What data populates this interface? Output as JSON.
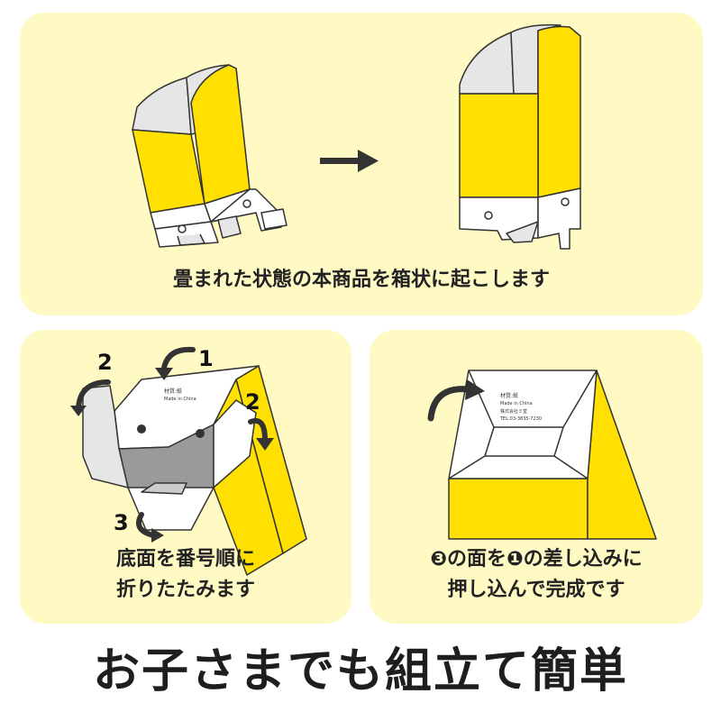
{
  "colors": {
    "panel_bg": "#fff9c4",
    "box_yellow": "#ffe000",
    "box_gray": "#e6e6e6",
    "outline": "#333333",
    "arrow": "#333333"
  },
  "top_panel": {
    "caption": "畳まれた状態の本商品を箱状に起こします"
  },
  "left_panel": {
    "caption_line1": "底面を番号順に",
    "caption_line2": "折りたたみます",
    "step_numbers": [
      "1",
      "2",
      "2",
      "3"
    ]
  },
  "right_panel": {
    "caption_line1": "❸の面を❶の差し込みに",
    "caption_line2": "押し込んで完成です"
  },
  "box_label": {
    "line1": "材質:紙",
    "line2": "Made in China",
    "line3": "株式会社ミ堂",
    "line4": "TEL:03-3835-7230"
  },
  "headline": "お子さまでも組立て簡単"
}
